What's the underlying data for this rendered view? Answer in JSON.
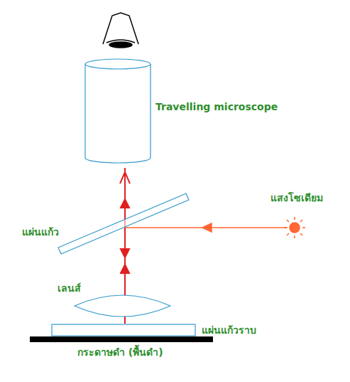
{
  "diagram": {
    "labels": [
      "Travelling  microscope",
      "แสงโซเดียม",
      "แผ่นแก้ว",
      "เลนส์",
      "แผ่นแก้วราบ",
      "กระดาษดำ  (พื้นดำ)"
    ]
  }
}
